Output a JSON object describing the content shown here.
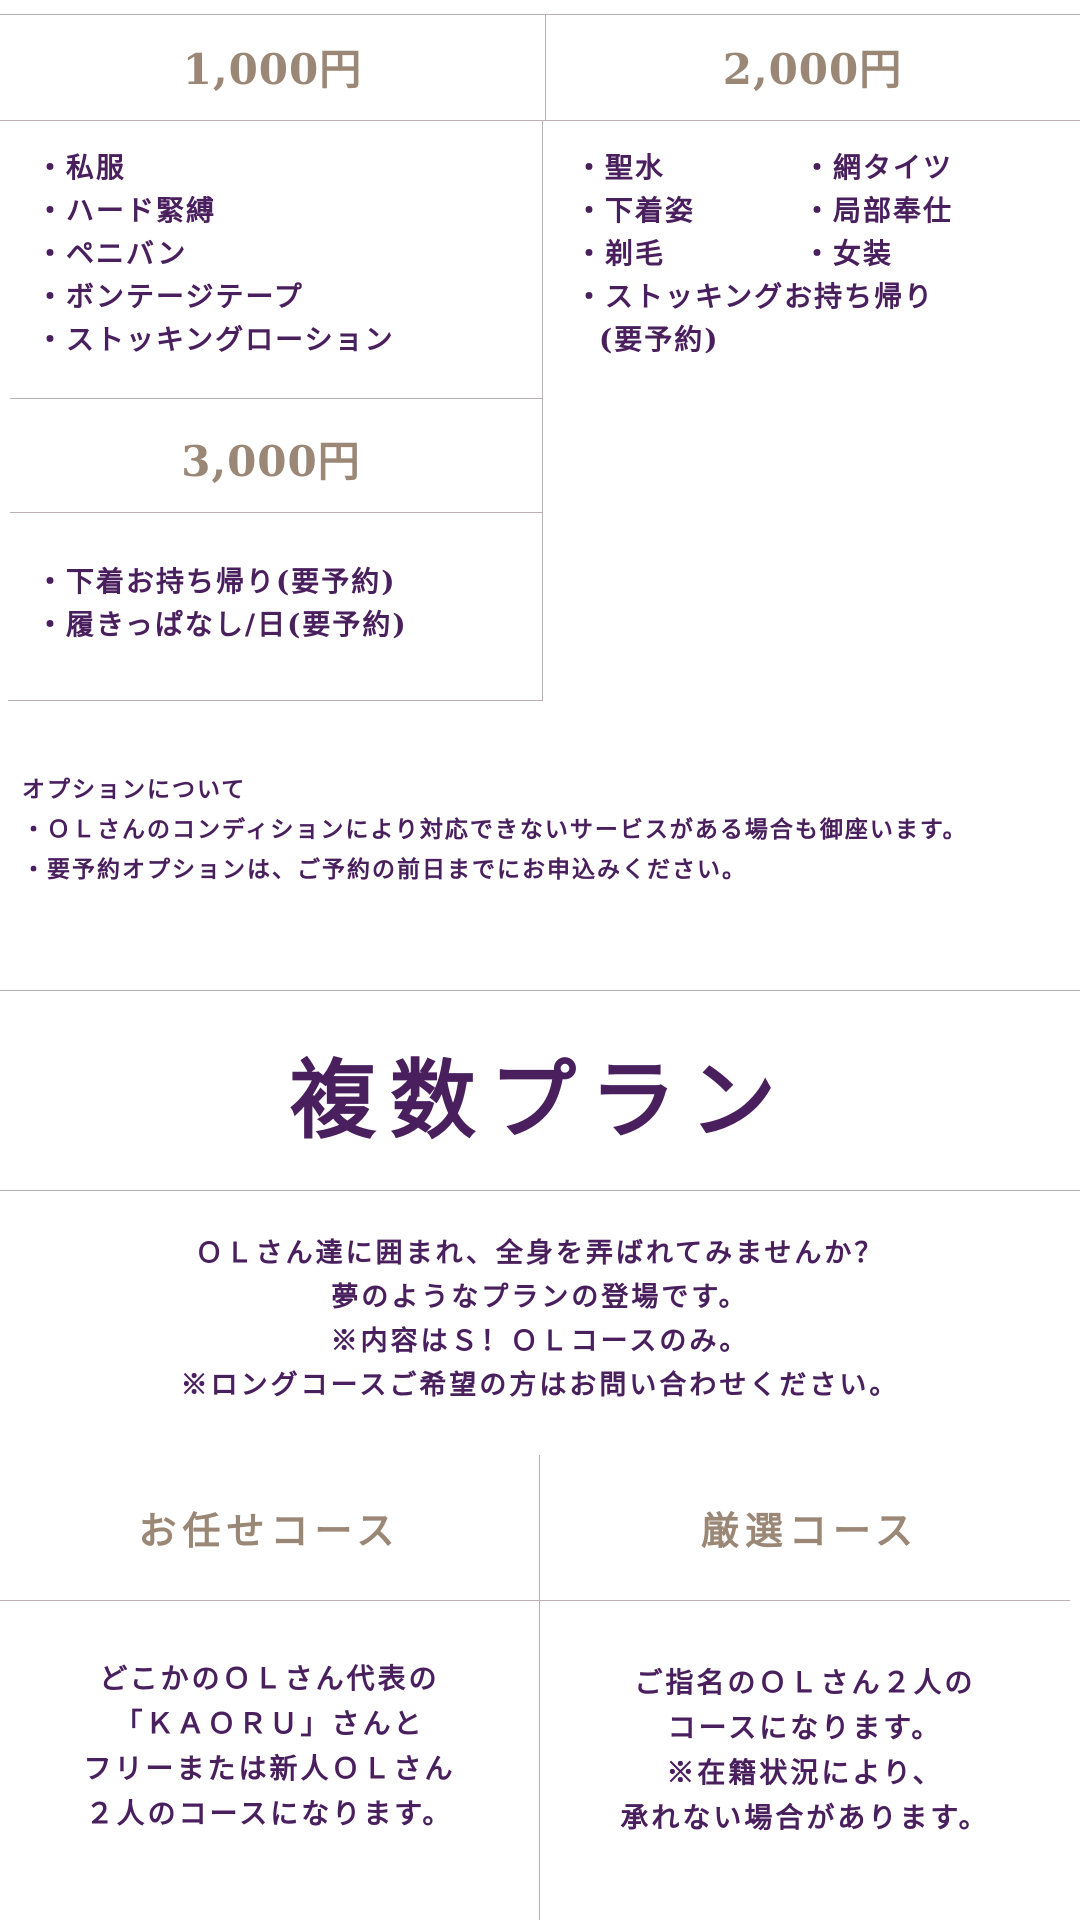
{
  "options": {
    "price_1000": "1,000円",
    "price_2000": "2,000円",
    "price_3000": "3,000円",
    "list_1000": [
      "・私服",
      "・ハード緊縛",
      "・ペニバン",
      "・ボンテージテープ",
      "・ストッキングローション"
    ],
    "list_2000_grid": [
      "・聖水",
      "・網タイツ",
      "・下着姿",
      "・局部奉仕",
      "・剃毛",
      "・女装"
    ],
    "list_2000_extra": [
      "・ストッキングお持ち帰り",
      "(要予約)"
    ],
    "list_3000": [
      "・下着お持ち帰り(要予約)",
      "・履きっぱなし/日(要予約)"
    ]
  },
  "notes": {
    "title": "オプションについて",
    "lines": [
      "・ＯＬさんのコンディションにより対応できないサービスがある場合も御座います。",
      "・要予約オプションは、ご予約の前日までにお申込みください。"
    ]
  },
  "plan": {
    "title": "複数プラン",
    "intro": [
      "ＯＬさん達に囲まれ、全身を弄ばれてみませんか？",
      "夢のようなプランの登場です。",
      "※内容はＳ！ＯＬコースのみ。",
      "※ロングコースご希望の方はお問い合わせください。"
    ],
    "courses": [
      {
        "name": "お任せコース",
        "desc": [
          "どこかのＯＬさん代表の",
          "「ＫＡＯＲＵ」さんと",
          "フリーまたは新人ＯＬさん",
          "２人のコースになります。"
        ]
      },
      {
        "name": "厳選コース",
        "desc": [
          "ご指名のＯＬさん２人の",
          "コースになります。",
          "※在籍状況により、",
          "承れない場合があります。"
        ]
      }
    ]
  }
}
